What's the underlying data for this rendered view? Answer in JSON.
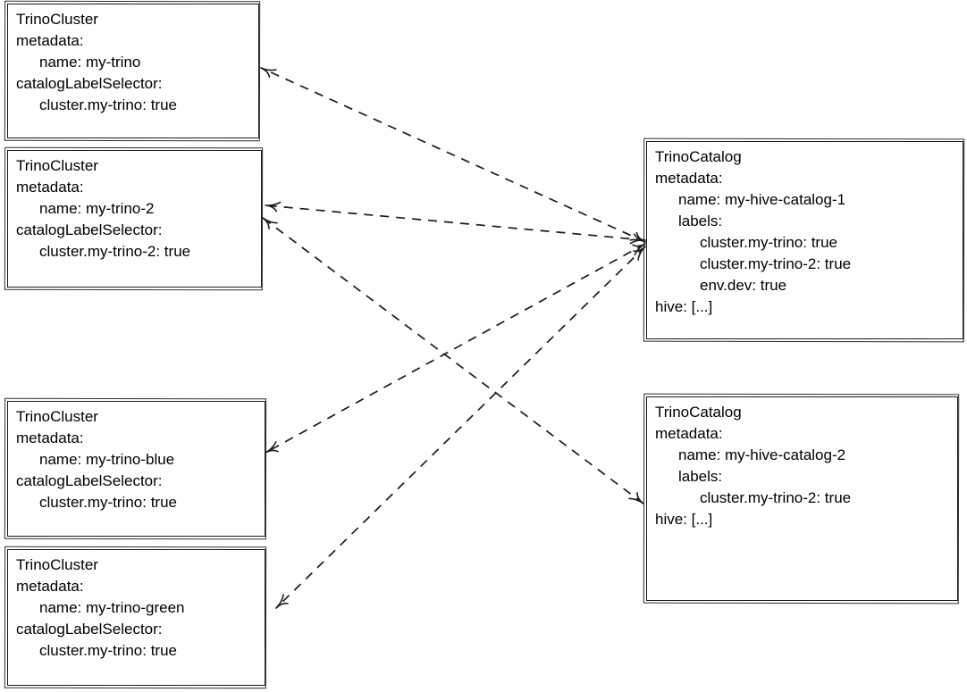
{
  "canvas": {
    "background_color": "#ffffff",
    "ink_color": "#1c1c1c"
  },
  "boxes": [
    {
      "id": "my-trino",
      "kind": "TrinoCluster",
      "lines": [
        {
          "text": "metadata:",
          "indent": 0
        },
        {
          "text": "name: my-trino",
          "indent": 1
        },
        {
          "text": "catalogLabelSelector:",
          "indent": 0
        },
        {
          "text": "cluster.my-trino: true",
          "indent": 1
        }
      ]
    },
    {
      "id": "my-trino-2",
      "kind": "TrinoCluster",
      "lines": [
        {
          "text": "metadata:",
          "indent": 0
        },
        {
          "text": "name: my-trino-2",
          "indent": 1
        },
        {
          "text": "catalogLabelSelector:",
          "indent": 0
        },
        {
          "text": "cluster.my-trino-2: true",
          "indent": 1
        }
      ]
    },
    {
      "id": "my-trino-blue",
      "kind": "TrinoCluster",
      "lines": [
        {
          "text": "metadata:",
          "indent": 0
        },
        {
          "text": "name: my-trino-blue",
          "indent": 1
        },
        {
          "text": "catalogLabelSelector:",
          "indent": 0
        },
        {
          "text": "cluster.my-trino: true",
          "indent": 1
        }
      ]
    },
    {
      "id": "my-trino-green",
      "kind": "TrinoCluster",
      "lines": [
        {
          "text": "metadata:",
          "indent": 0
        },
        {
          "text": "name: my-trino-green",
          "indent": 1
        },
        {
          "text": "catalogLabelSelector:",
          "indent": 0
        },
        {
          "text": "cluster.my-trino: true",
          "indent": 1
        }
      ]
    },
    {
      "id": "my-hive-catalog-1",
      "kind": "TrinoCatalog",
      "lines": [
        {
          "text": "metadata:",
          "indent": 0
        },
        {
          "text": "name: my-hive-catalog-1",
          "indent": 1
        },
        {
          "text": "labels:",
          "indent": 1
        },
        {
          "text": "cluster.my-trino: true",
          "indent": 2
        },
        {
          "text": "cluster.my-trino-2: true",
          "indent": 2
        },
        {
          "text": "env.dev: true",
          "indent": 2
        },
        {
          "text": "hive: [...]",
          "indent": 0
        }
      ]
    },
    {
      "id": "my-hive-catalog-2",
      "kind": "TrinoCatalog",
      "lines": [
        {
          "text": "metadata:",
          "indent": 0
        },
        {
          "text": "name: my-hive-catalog-2",
          "indent": 1
        },
        {
          "text": "labels:",
          "indent": 1
        },
        {
          "text": "cluster.my-trino-2: true",
          "indent": 2
        },
        {
          "text": "hive: [...]",
          "indent": 0
        }
      ]
    }
  ],
  "connections": [
    {
      "from": "my-hive-catalog-1",
      "to": "my-trino",
      "style": "dashed",
      "arrows": "both"
    },
    {
      "from": "my-hive-catalog-1",
      "to": "my-trino-2",
      "style": "dashed",
      "arrows": "both"
    },
    {
      "from": "my-hive-catalog-1",
      "to": "my-trino-blue",
      "style": "dashed",
      "arrows": "both"
    },
    {
      "from": "my-hive-catalog-1",
      "to": "my-trino-green",
      "style": "dashed",
      "arrows": "both"
    },
    {
      "from": "my-hive-catalog-2",
      "to": "my-trino-2",
      "style": "dashed",
      "arrows": "both"
    }
  ]
}
